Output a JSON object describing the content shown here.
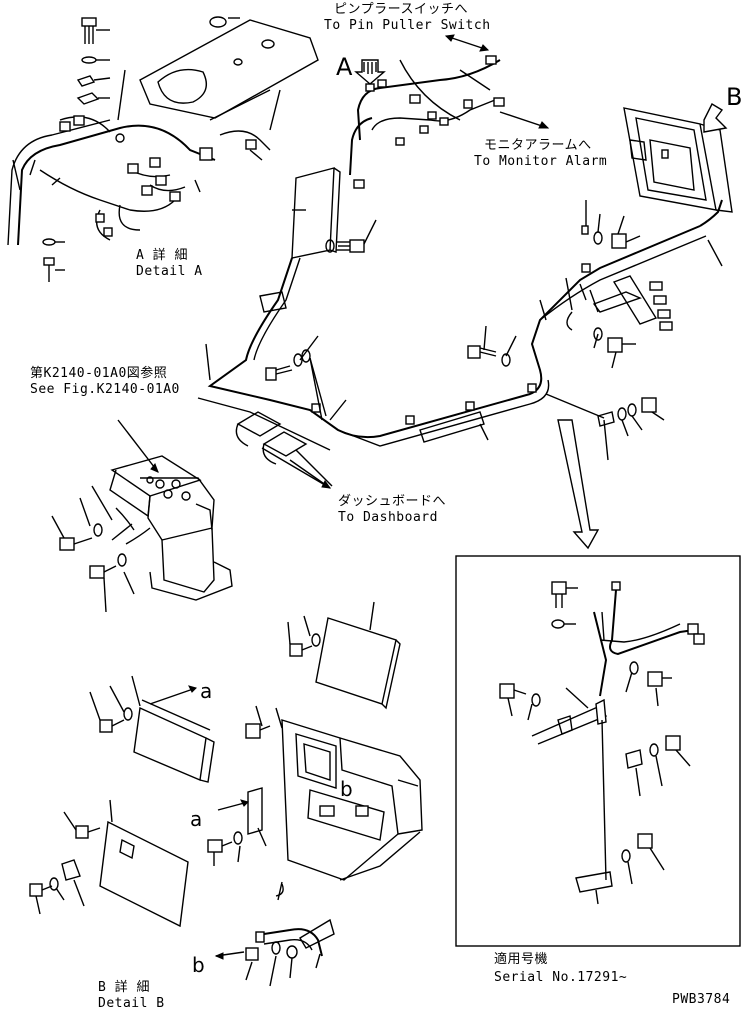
{
  "labels": {
    "pin_puller_jp": "ピンプラースイッチへ",
    "pin_puller_en": "To Pin Puller Switch",
    "monitor_jp": "モニタアラームへ",
    "monitor_en": "To Monitor Alarm",
    "see_fig_jp": "第K2140-01A0図参照",
    "see_fig_en": "See Fig.K2140-01A0",
    "dashboard_jp": "ダッシュボードへ",
    "dashboard_en": "To Dashboard",
    "detail_a_jp": "A 詳 細",
    "detail_a_en": "Detail A",
    "detail_b_jp": "B 詳 細",
    "detail_b_en": "Detail B",
    "serial_jp": "適用号機",
    "serial_en": "Serial No.17291~",
    "drawing_no": "PWB3784"
  },
  "callouts": {
    "A": "A",
    "B": "B",
    "a_top": "a",
    "a_mid": "a",
    "b_small": "b",
    "b_bottom": "b"
  }
}
